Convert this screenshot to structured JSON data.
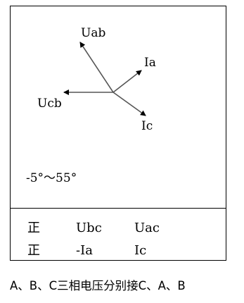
{
  "diagram": {
    "vectors": [
      {
        "id": "uab",
        "label": "Uab",
        "angle_deg": 125
      },
      {
        "id": "ia",
        "label": "Ia",
        "angle_deg": 35
      },
      {
        "id": "ucb",
        "label": "Ucb",
        "angle_deg": 180
      },
      {
        "id": "ic",
        "label": "Ic",
        "angle_deg": -35
      }
    ],
    "range_text": "-5°～55°"
  },
  "table": {
    "rows": [
      {
        "sign": "正",
        "col1": "Ubc",
        "col2": "Uac"
      },
      {
        "sign": "正",
        "col1": "-Ia",
        "col2": "Ic"
      }
    ]
  },
  "caption": "A、B、C三相电压分别接C、A、B"
}
